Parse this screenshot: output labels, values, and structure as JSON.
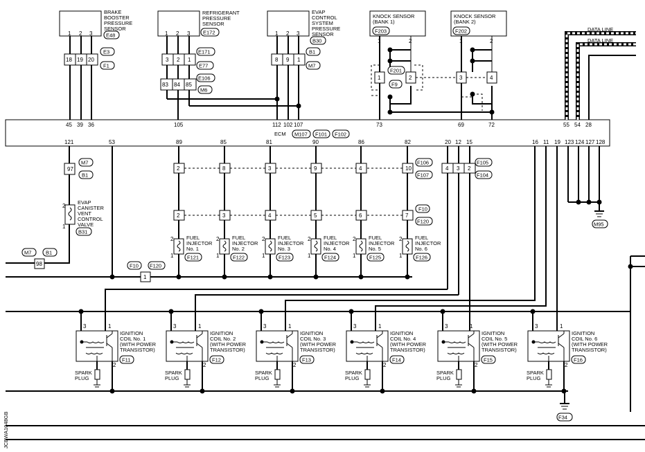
{
  "sensors": {
    "brake": {
      "lines": [
        "BRAKE",
        "BOOSTER",
        "PRESSURE",
        "SENSOR"
      ],
      "conn": "E48",
      "pins": [
        "1",
        "2",
        "3"
      ]
    },
    "refrig": {
      "lines": [
        "REFRIGERANT",
        "PRESSURE",
        "SENSOR"
      ],
      "conn": "E172",
      "pins": [
        "1",
        "2",
        "3"
      ]
    },
    "evap": {
      "lines": [
        "EVAP",
        "CONTROL",
        "SYSTEM",
        "PRESSURE",
        "SENSOR"
      ],
      "conn": "B30",
      "pins": [
        "1",
        "2",
        "3"
      ]
    },
    "knock1": {
      "lines": [
        "KNOCK SENSOR",
        "(BANK 1)"
      ],
      "conn": "F203",
      "pins": [
        "1",
        "2"
      ]
    },
    "knock2": {
      "lines": [
        "KNOCK SENSOR",
        "(BANK 2)"
      ],
      "conn": "F202",
      "pins": [
        "1",
        "2"
      ]
    }
  },
  "junctions": {
    "brake": {
      "pins": [
        "18",
        "19",
        "20"
      ],
      "conns": [
        "E3",
        "F1"
      ]
    },
    "refrig": {
      "pins1": [
        "3",
        "2",
        "1"
      ],
      "pins2": [
        "83",
        "84",
        "85"
      ],
      "conns": [
        "E171",
        "E77",
        "E106",
        "M6"
      ]
    },
    "evap": {
      "pins": [
        "8",
        "9",
        "1"
      ],
      "conns": [
        "B1",
        "M7"
      ]
    },
    "knock1": {
      "pins": [
        "1",
        "2"
      ],
      "conns": [
        "F201",
        "F9"
      ]
    },
    "knock2": {
      "pins": [
        "3",
        "4"
      ]
    }
  },
  "data_lines": [
    "DATA LINE",
    "DATA LINE"
  ],
  "ecm": {
    "label": "ECM",
    "conns": [
      "M107",
      "F101",
      "F102"
    ],
    "top_pins": [
      "45",
      "39",
      "36",
      "105",
      "112",
      "102",
      "107",
      "73",
      "69",
      "72",
      "55",
      "54",
      "28"
    ],
    "bottom_pins": [
      "121",
      "53",
      "89",
      "85",
      "81",
      "90",
      "86",
      "82",
      "20",
      "12",
      "15",
      "16",
      "11",
      "19",
      "123",
      "124",
      "127",
      "128"
    ]
  },
  "evap_valve": {
    "lines": [
      "EVAP",
      "CANISTER",
      "VENT",
      "CONTROL",
      "VALVE"
    ],
    "conn": "B31",
    "junction_pin": "97",
    "conns": [
      "M7",
      "B1"
    ],
    "pins": [
      "2",
      "1"
    ]
  },
  "bottom_left_junction": {
    "conns": [
      "M7",
      "B1"
    ],
    "pin": "98"
  },
  "f10_junction": {
    "conns": [
      "F10",
      "F120"
    ],
    "pin": "1"
  },
  "injector_junctions": {
    "upper": {
      "pins": [
        "2",
        "8",
        "3",
        "9",
        "4",
        "10"
      ],
      "conns": [
        "F106",
        "F107"
      ]
    },
    "lower": {
      "pins": [
        "2",
        "3",
        "4",
        "5",
        "6",
        "7"
      ],
      "conns": [
        "F10",
        "F120"
      ]
    }
  },
  "injectors": [
    {
      "lines": [
        "FUEL",
        "INJECTOR",
        "No. 1"
      ],
      "conn": "F121"
    },
    {
      "lines": [
        "FUEL",
        "INJECTOR",
        "No. 2"
      ],
      "conn": "F122"
    },
    {
      "lines": [
        "FUEL",
        "INJECTOR",
        "No. 3"
      ],
      "conn": "F123"
    },
    {
      "lines": [
        "FUEL",
        "INJECTOR",
        "No. 4"
      ],
      "conn": "F124"
    },
    {
      "lines": [
        "FUEL",
        "INJECTOR",
        "No. 5"
      ],
      "conn": "F125"
    },
    {
      "lines": [
        "FUEL",
        "INJECTOR",
        "No. 6"
      ],
      "conn": "F126"
    }
  ],
  "coil_junction": {
    "pins": [
      "4",
      "3",
      "2"
    ],
    "conns": [
      "F105",
      "F104"
    ]
  },
  "ground": {
    "conn": "M95"
  },
  "coils": [
    {
      "lines": [
        "IGNITION",
        "COIL No. 1",
        "(WITH POWER",
        "TRANSISTOR)"
      ],
      "conn": "F11"
    },
    {
      "lines": [
        "IGNITION",
        "COIL No. 2",
        "(WITH POWER",
        "TRANSISTOR)"
      ],
      "conn": "F12"
    },
    {
      "lines": [
        "IGNITION",
        "COIL No. 3",
        "(WITH POWER",
        "TRANSISTOR)"
      ],
      "conn": "F13"
    },
    {
      "lines": [
        "IGNITION",
        "COIL No. 4",
        "(WITH POWER",
        "TRANSISTOR)"
      ],
      "conn": "F14"
    },
    {
      "lines": [
        "IGNITION",
        "COIL No. 5",
        "(WITH POWER",
        "TRANSISTOR)"
      ],
      "conn": "F15"
    },
    {
      "lines": [
        "IGNITION",
        "COIL No. 6",
        "(WITH POWER",
        "TRANSISTOR)"
      ],
      "conn": "F16"
    }
  ],
  "spark_plug": [
    "SPARK",
    "PLUG"
  ],
  "coil_pins": [
    "3",
    "1",
    "2"
  ],
  "ground2": {
    "conn": "F34"
  },
  "diagram_id": "JCBWA1048GB"
}
